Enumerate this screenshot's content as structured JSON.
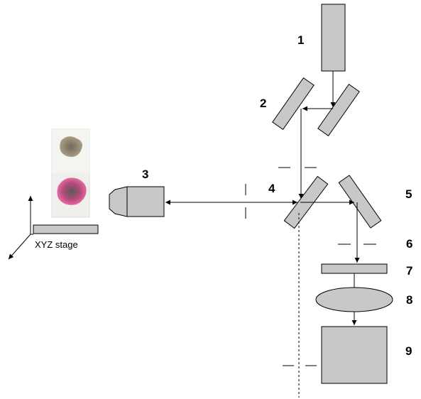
{
  "labels": {
    "laser": "1",
    "mirror_2": "2",
    "objective": "3",
    "beam_splitter": "4",
    "mirror_5": "5",
    "aperture_6": "6",
    "filter": "7",
    "lens": "8",
    "detector": "9"
  },
  "stage": {
    "label": "XYZ stage"
  },
  "sample_photo": {
    "top_color": "#8a7f6e",
    "bottom_color": "#d9508a"
  },
  "colors": {
    "part_fill": "#c8c8c8",
    "line": "#000000"
  }
}
